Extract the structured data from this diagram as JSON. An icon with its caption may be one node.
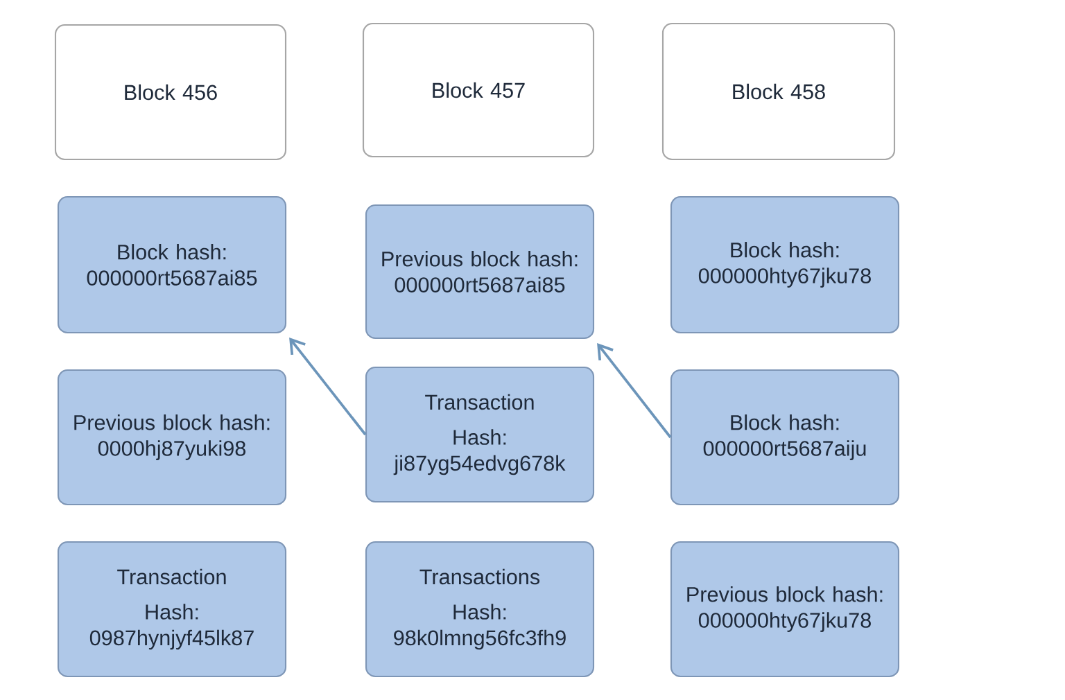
{
  "diagram": {
    "nodes": [
      {
        "text": [
          "Block 456"
        ]
      },
      {
        "text": [
          "Block 457"
        ]
      },
      {
        "text": [
          "Block 458"
        ]
      },
      {
        "text": [
          "Block hash: 000000rt5687ai85"
        ]
      },
      {
        "text": [
          "Previous block hash: 000000rt5687ai85"
        ]
      },
      {
        "text": [
          "Block hash: 000000hty67jku78"
        ]
      },
      {
        "text": [
          "Previous block hash: 0000hj87yuki98"
        ]
      },
      {
        "text": [
          "Transaction",
          "Hash: ji87yg54edvg678k"
        ]
      },
      {
        "text": [
          "Block hash: 000000rt5687aiju"
        ]
      },
      {
        "text": [
          "Transaction",
          "Hash: 0987hynjyf45lk87"
        ]
      },
      {
        "text": [
          "Transactions",
          "Hash: 98k0lmng56fc3fh9"
        ]
      },
      {
        "text": [
          "Previous block hash: 000000hty67jku78"
        ]
      }
    ],
    "edges": [
      {
        "from": 7,
        "to": 3,
        "arrow": "to"
      },
      {
        "from": 8,
        "to": 4,
        "arrow": "to"
      }
    ]
  }
}
